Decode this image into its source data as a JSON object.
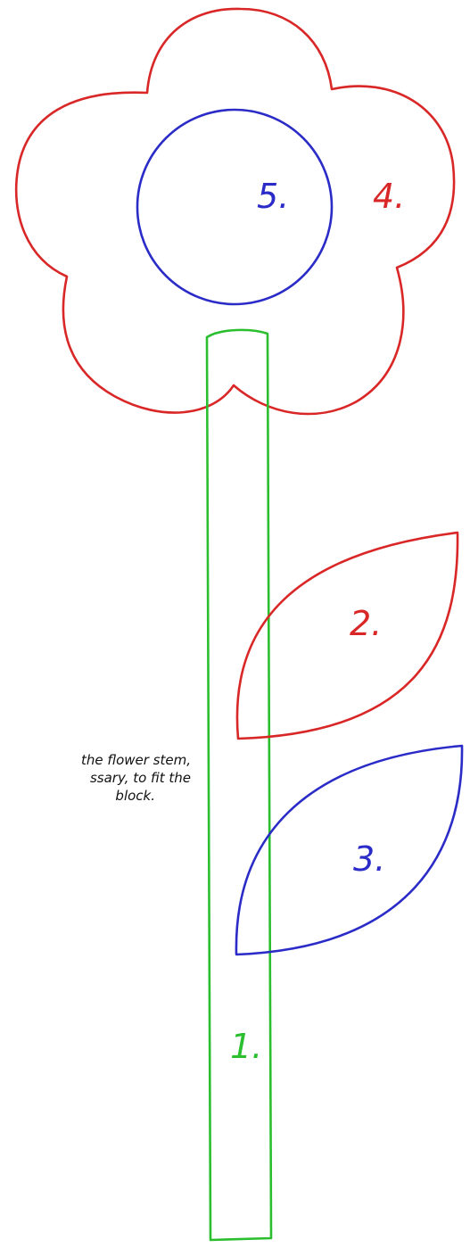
{
  "pattern": {
    "pieces": [
      {
        "number": "1.",
        "part": "stem",
        "color": "#2bbf2f"
      },
      {
        "number": "2.",
        "part": "upper-leaf",
        "color": "#d92727"
      },
      {
        "number": "3.",
        "part": "lower-leaf",
        "color": "#2b2bc8"
      },
      {
        "number": "4.",
        "part": "flower-petals",
        "color": "#d92727"
      },
      {
        "number": "5.",
        "part": "flower-center",
        "color": "#2b2bc8"
      }
    ],
    "note_lines": [
      "the flower stem,",
      "ssary, to fit the",
      "block."
    ]
  }
}
